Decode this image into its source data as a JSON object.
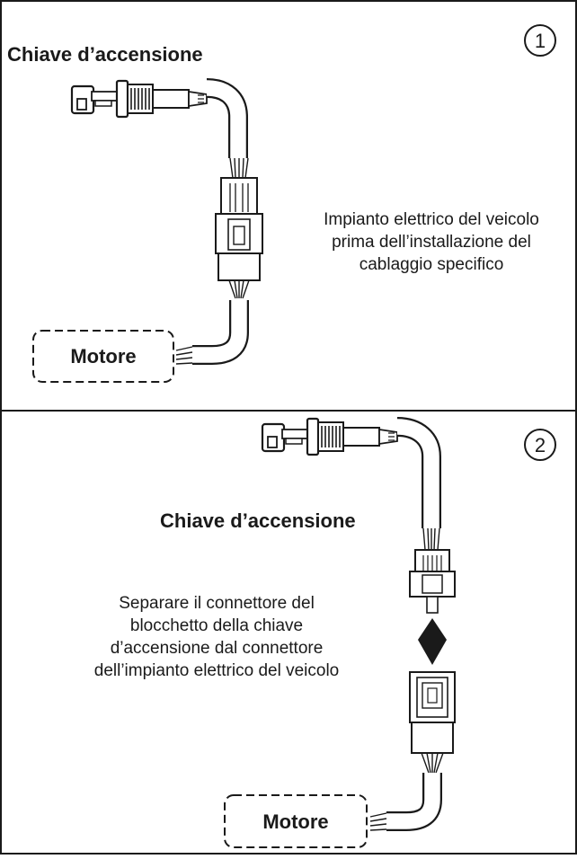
{
  "panels": [
    {
      "step": "1",
      "key_label": "Chiave d’accensione",
      "engine_label": "Motore",
      "description": [
        "Impianto elettrico del veicolo",
        "prima dell’installazione del",
        "cablaggio specifico"
      ]
    },
    {
      "step": "2",
      "key_label": "Chiave d’accensione",
      "engine_label": "Motore",
      "description": [
        "Separare il connettore del",
        "blocchetto della chiave",
        "d’accensione dal connettore",
        "dell’impianto elettrico del veicolo"
      ]
    }
  ]
}
